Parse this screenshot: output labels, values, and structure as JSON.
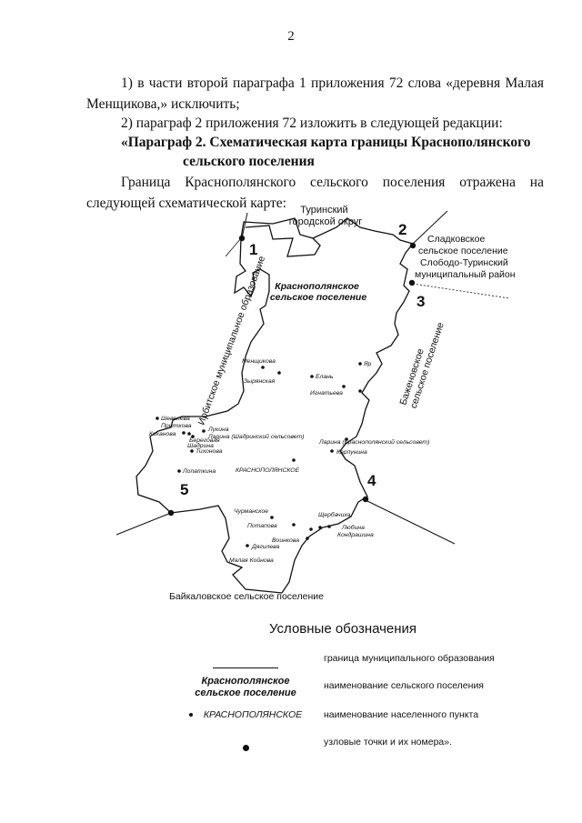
{
  "page_number": "2",
  "paragraphs": {
    "p1": "1) в части второй параграфа 1 приложения 72 слова «деревня Малая Менщикова,» исключить;",
    "p2": "2) параграф 2 приложения 72 изложить в следующей редакции:",
    "heading_line1": "«Параграф 2. Схематическая карта границы Краснополянского",
    "heading_line2": "сельского поселения",
    "p3": "Граница Краснополянского сельского поселения отражена на следующей схематической карте:"
  },
  "map": {
    "neighbors": {
      "turinsky_line1": "Туринский",
      "turinsky_line2": "городской округ",
      "sladkovskoe_line1": "Сладковское",
      "sladkovskoe_line2": "сельское поселение",
      "sladkovskoe_line3": "Слободо-Туринский",
      "sladkovskoe_line4": "муниципальный район",
      "irbitskoe": "Ирбитское муниципальное образование",
      "bazhenovskoe_line1": "Баженовское",
      "bazhenovskoe_line2": "сельское поселение",
      "baykalovskoe": "Байкаловское сельское поселение"
    },
    "settlement_name_line1": "Краснополянское",
    "settlement_name_line2": "сельское поселение",
    "node_numbers": [
      "1",
      "2",
      "3",
      "4",
      "5"
    ],
    "localities": {
      "menshchikova": "Менщикова",
      "zyryanskaya": "Зырянская",
      "elan": "Елань",
      "ignateva": "Игнатьева",
      "yar": "Яр",
      "sheveleva": "Шевелева",
      "prytkova": "Прыткова",
      "kokhanova": "Коханова",
      "lukina": "Лукина",
      "larina_shadrinsky": "Ларина (Шадринский сельсовет)",
      "beregovaya": "Береговая",
      "shadrina": "Шадрина",
      "tikhonova": "Тихонова",
      "larina_krasnopolyansky": "Ларина (Краснополянский сельсовет)",
      "karpunina": "Карпунина",
      "krasnopolyanskoe": "КРАСНОПОЛЯНСКОЕ",
      "lopatkina": "Лопаткина",
      "churmanskoe": "Чурманское",
      "shcherbachikha": "Щербачиха",
      "potapova": "Потапова",
      "lyubina": "Любина",
      "kondrashina": "Кондрашина",
      "voinkova": "Воинкова",
      "dyagileva": "Дягилева",
      "malaya_koinova": "Малая Койнова"
    }
  },
  "legend": {
    "title": "Условные обозначения",
    "row1_desc": "граница муниципального образования",
    "row2_symbol_line1": "Краснополянское",
    "row2_symbol_line2": "сельское поселение",
    "row2_desc": "наименование сельского поселения",
    "row3_symbol": "КРАСНОПОЛЯНСКОЕ",
    "row3_desc": "наименование населенного пункта",
    "row4_desc": "узловые точки и их номера»."
  },
  "colors": {
    "ink": "#111111",
    "paper": "#ffffff"
  }
}
